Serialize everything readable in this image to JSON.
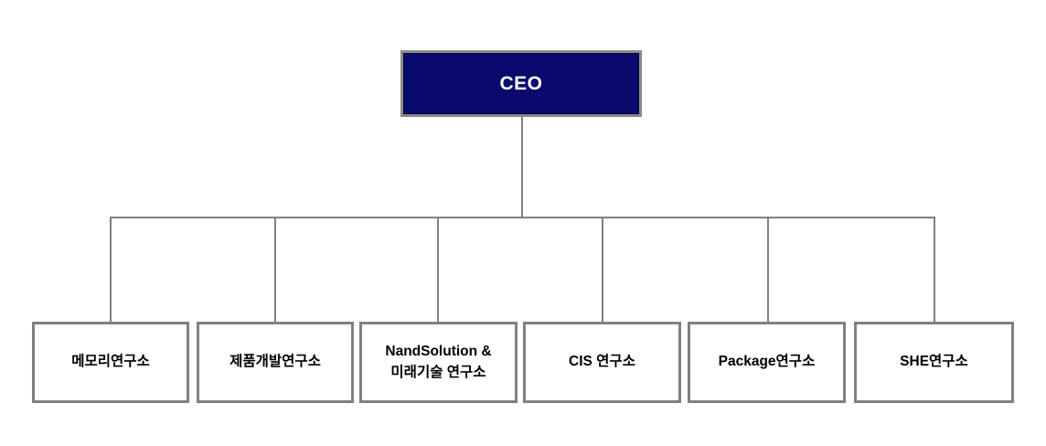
{
  "chart_data": {
    "type": "diagram",
    "diagram_type": "organizational-chart",
    "title": "",
    "orientation": "top-down",
    "root": {
      "label": "CEO",
      "fill_color": "#0a0a6e",
      "text_color": "#ffffff",
      "border_color": "#8a8a8a"
    },
    "children": [
      {
        "label": "메모리연구소"
      },
      {
        "label": "제품개발연구소"
      },
      {
        "label": "NandSolution &\n미래기술 연구소"
      },
      {
        "label": "CIS 연구소"
      },
      {
        "label": "Package연구소"
      },
      {
        "label": "SHE연구소"
      }
    ],
    "child_count": 6,
    "connector_color": "#808080",
    "leaf_fill_color": "#ffffff",
    "leaf_text_color": "#000000",
    "leaf_border_color": "#808080",
    "background_color": "#ffffff"
  },
  "nodes": {
    "ceo": {
      "label": "CEO"
    },
    "departments": [
      {
        "label": "메모리연구소"
      },
      {
        "label": "제품개발연구소"
      },
      {
        "label": "NandSolution &\n미래기술 연구소"
      },
      {
        "label": "CIS 연구소"
      },
      {
        "label": "Package연구소"
      },
      {
        "label": "SHE연구소"
      }
    ]
  }
}
